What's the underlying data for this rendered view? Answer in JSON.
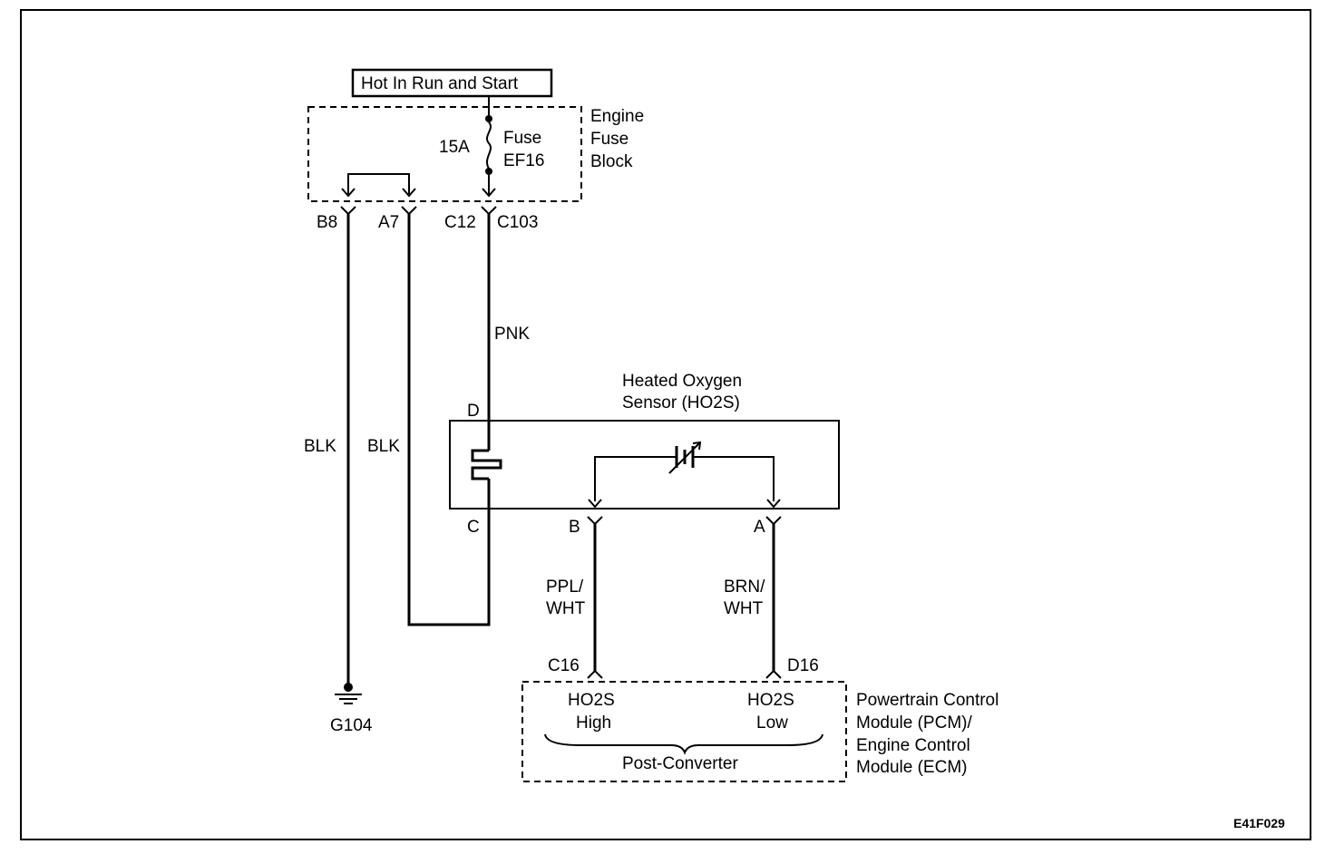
{
  "power_label": "Hot In Run and Start",
  "fuse_block": {
    "name_line1": "Engine",
    "name_line2": "Fuse",
    "name_line3": "Block",
    "fuse_rating": "15A",
    "fuse_line1": "Fuse",
    "fuse_line2": "EF16"
  },
  "connectors": {
    "b8": "B8",
    "a7": "A7",
    "c12": "C12",
    "c103": "C103",
    "d": "D",
    "c": "C",
    "b": "B",
    "a": "A",
    "c16": "C16",
    "d16": "D16"
  },
  "wires": {
    "pnk": "PNK",
    "blk_left": "BLK",
    "blk_right": "BLK",
    "ppl_line1": "PPL/",
    "ppl_line2": "WHT",
    "brn_line1": "BRN/",
    "brn_line2": "WHT"
  },
  "sensor": {
    "name_line1": "Heated Oxygen",
    "name_line2": "Sensor (HO2S)"
  },
  "ground": "G104",
  "module": {
    "high_line1": "HO2S",
    "high_line2": "High",
    "low_line1": "HO2S",
    "low_line2": "Low",
    "group_label": "Post-Converter",
    "name_line1": "Powertrain Control",
    "name_line2": "Module (PCM)/",
    "name_line3": "Engine  Control",
    "name_line4": "Module (ECM)"
  },
  "figure_code": "E41F029"
}
